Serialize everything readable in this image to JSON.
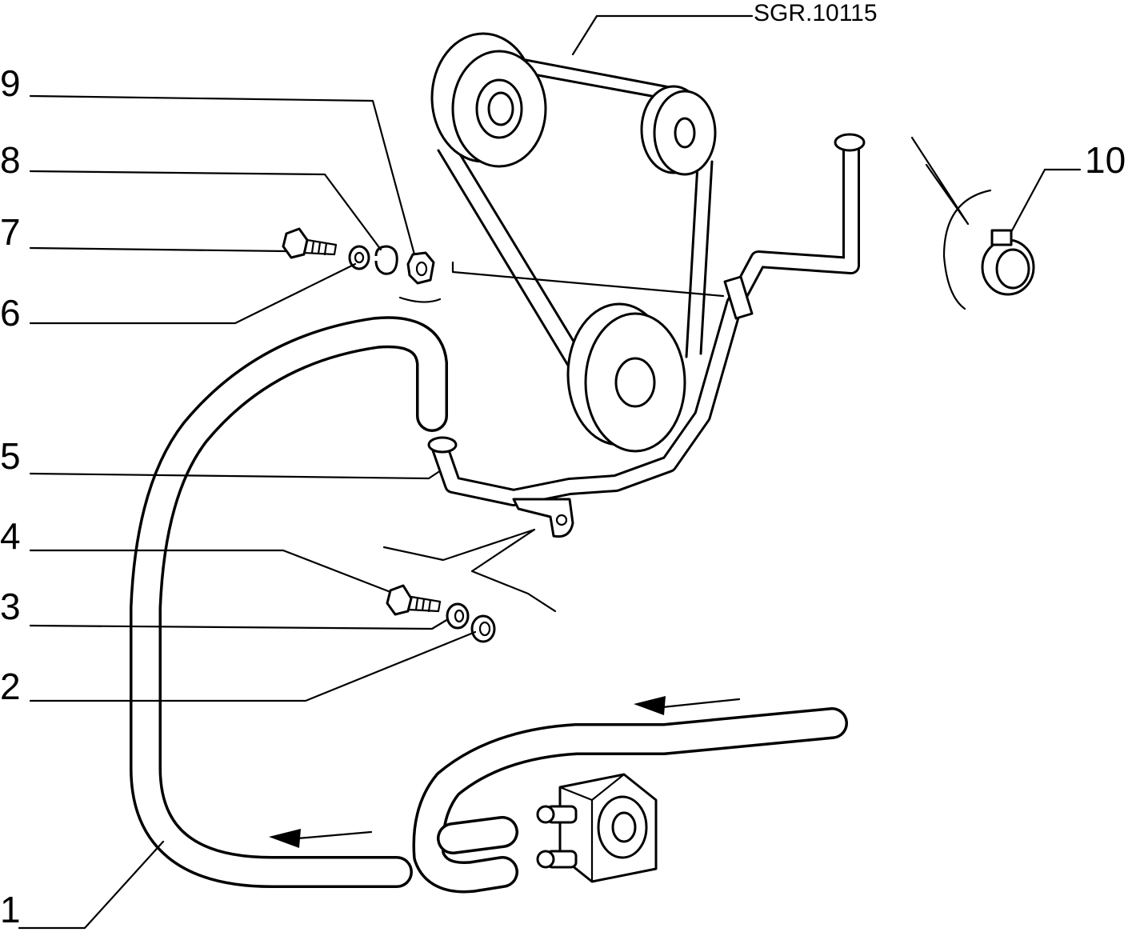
{
  "reference": "SGR.10115",
  "callouts": [
    "1",
    "2",
    "3",
    "4",
    "5",
    "6",
    "7",
    "8",
    "9",
    "10"
  ]
}
